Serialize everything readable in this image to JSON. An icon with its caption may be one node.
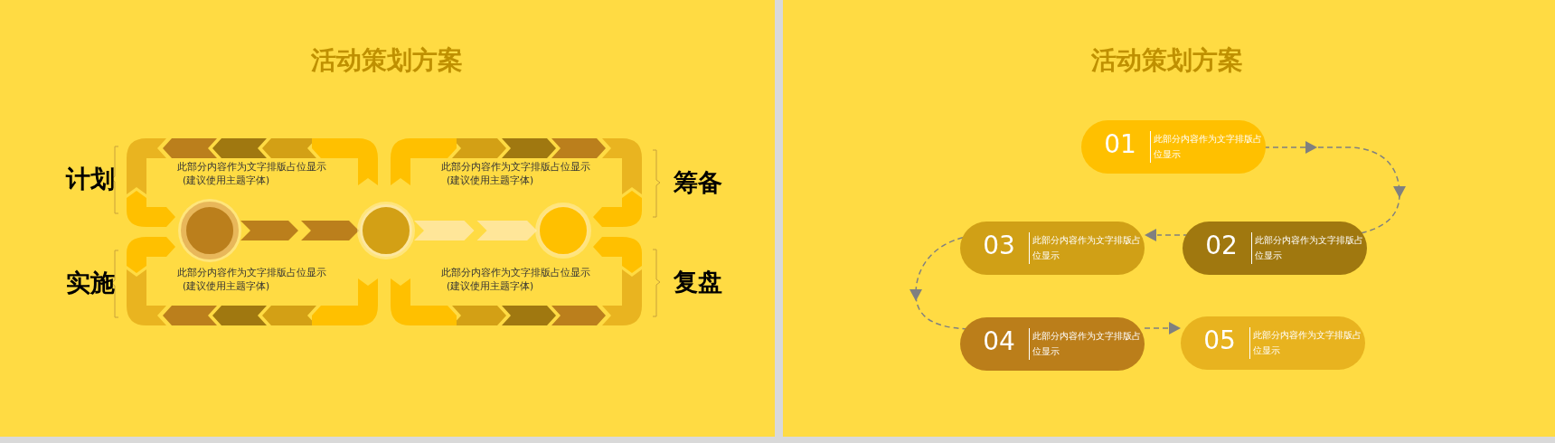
{
  "diagram": {
    "title": "活动策划方案",
    "nodes": [
      {
        "text": [
          "此部分内容作为文字排版占位显示",
          "(建议使用主题字体)"
        ],
        "beside": [
          "计划"
        ]
      },
      {
        "text": [
          "此部分内容作为文字排版占位显示",
          "(建议使用主题字体)"
        ],
        "beside": [
          "筹备"
        ]
      },
      {
        "text": [],
        "shape": "circle"
      },
      {
        "text": [],
        "shape": "circle"
      },
      {
        "text": [],
        "shape": "circle"
      },
      {
        "text": [
          "此部分内容作为文字排版占位显示",
          "(建议使用主题字体)"
        ],
        "beside": [
          "实施"
        ]
      },
      {
        "text": [
          "此部分内容作为文字排版占位显示",
          "(建议使用主题字体)"
        ],
        "beside": [
          "复盘"
        ]
      },
      {
        "text": [
          "01",
          "此部分内容作为文字排版占位显示"
        ]
      },
      {
        "text": [
          "02",
          "此部分内容作为文字排版占位显示"
        ]
      },
      {
        "text": [
          "03",
          "此部分内容作为文字排版占位显示"
        ]
      },
      {
        "text": [
          "04",
          "此部分内容作为文字排版占位显示"
        ]
      },
      {
        "text": [
          "05",
          "此部分内容作为文字排版占位显示"
        ]
      }
    ],
    "edges": [
      {
        "from": 2,
        "to": 3,
        "arrow": "to"
      },
      {
        "from": 3,
        "to": 4,
        "arrow": "to"
      },
      {
        "from": 7,
        "to": 8,
        "arrow": "to",
        "style": "dashed"
      },
      {
        "from": 8,
        "to": 9,
        "arrow": "to",
        "style": "dashed"
      },
      {
        "from": 9,
        "to": 10,
        "arrow": "to",
        "style": "dashed"
      },
      {
        "from": 10,
        "to": 11,
        "arrow": "to",
        "style": "dashed"
      }
    ],
    "labels": [
      "活动策划方案"
    ]
  }
}
